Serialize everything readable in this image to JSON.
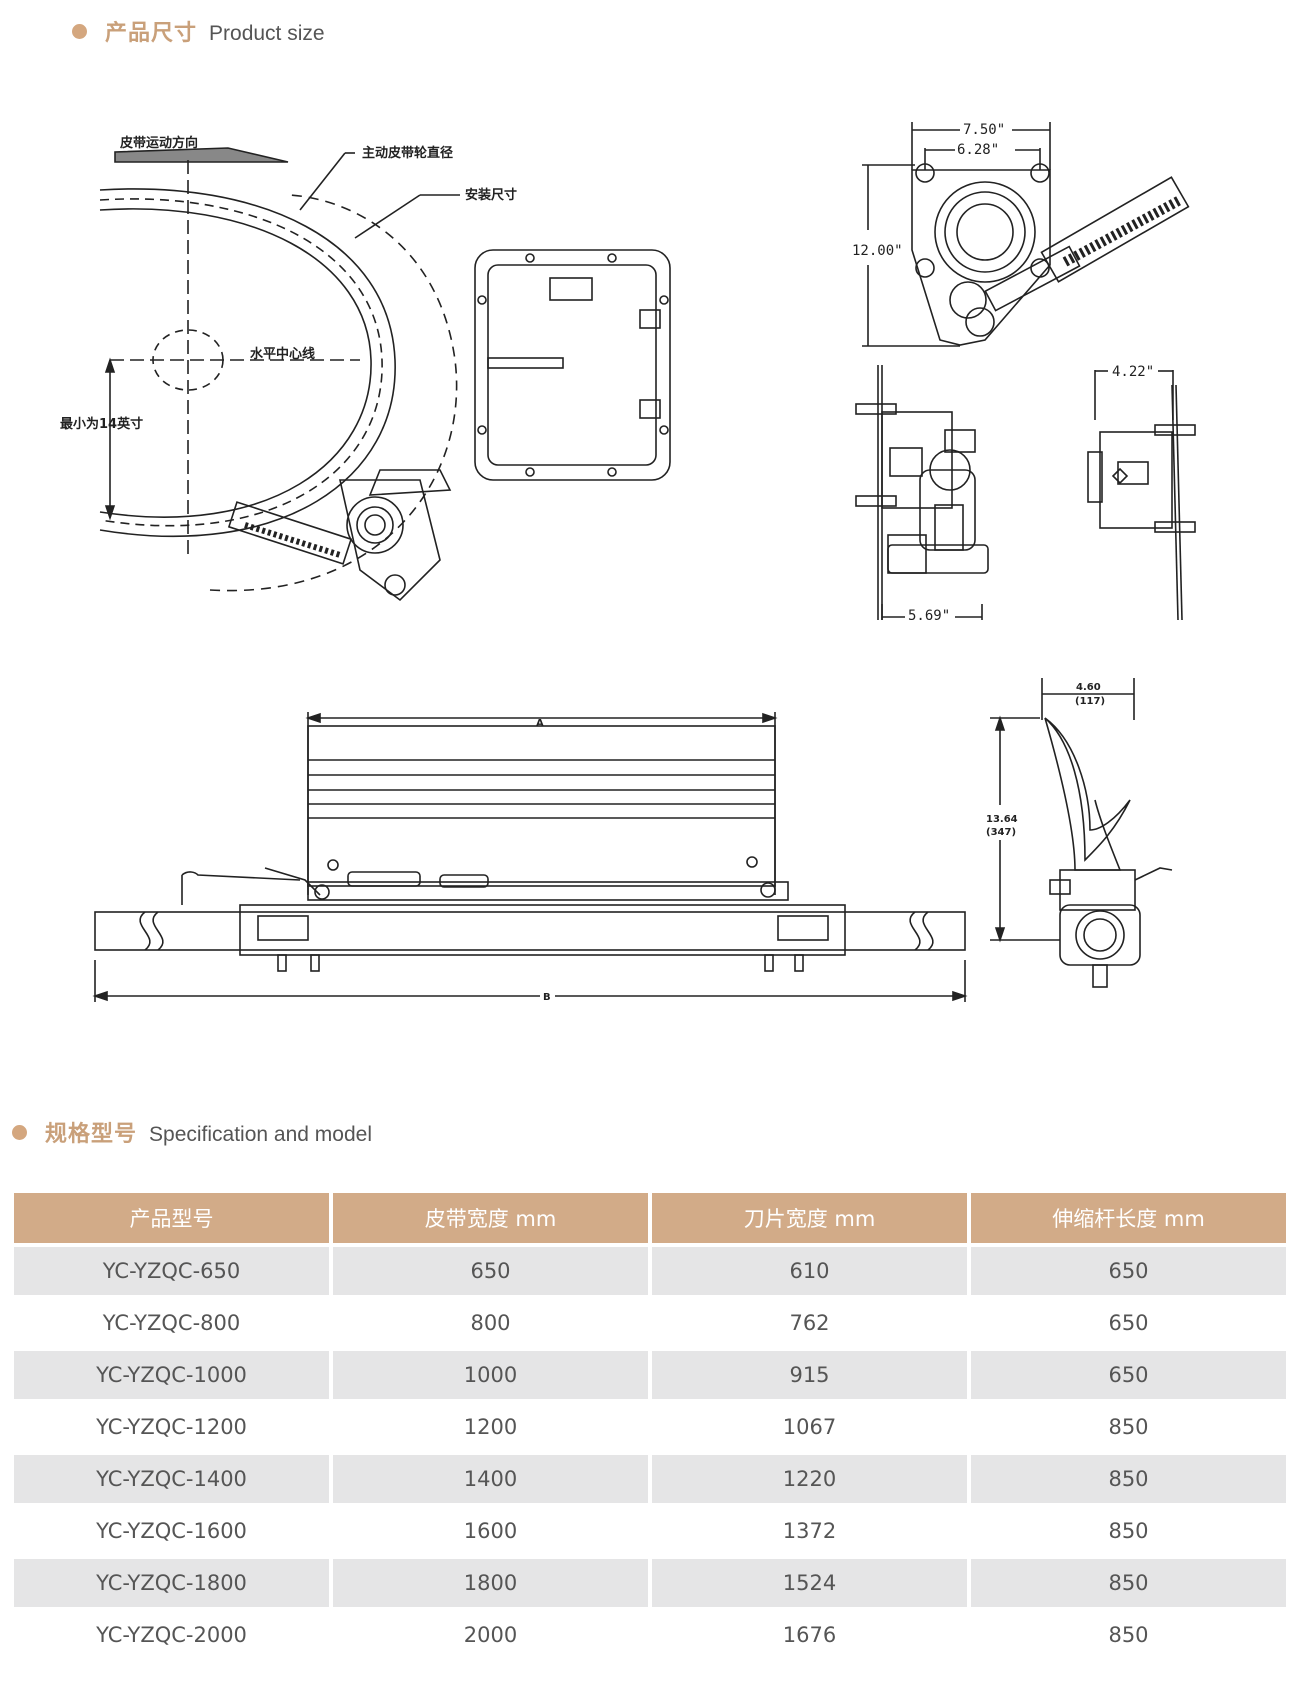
{
  "section1": {
    "title_cn": "产品尺寸",
    "title_en": "Product size"
  },
  "section2": {
    "title_cn": "规格型号",
    "title_en": "Specification and model"
  },
  "drawing_labels": {
    "belt_direction": "皮带运动方向",
    "drive_pulley_diameter": "主动皮带轮直径",
    "install_size": "安装尺寸",
    "horizontal_centerline": "水平中心线",
    "min_14_inch": "最小为14英寸",
    "dim_750": "7.50\"",
    "dim_628": "6.28\"",
    "dim_1200": "12.00\"",
    "dim_422": "4.22\"",
    "dim_569": "5.69\"",
    "dim_a": "A",
    "dim_b": "B",
    "dim_460": "4.60",
    "dim_117": "(117)",
    "dim_1364": "13.64",
    "dim_347": "(347)"
  },
  "table": {
    "headers": [
      "产品型号",
      "皮带宽度 mm",
      "刀片宽度 mm",
      "伸缩杆长度 mm"
    ],
    "rows": [
      [
        "YC-YZQC-650",
        "650",
        "610",
        "650"
      ],
      [
        "YC-YZQC-800",
        "800",
        "762",
        "650"
      ],
      [
        "YC-YZQC-1000",
        "1000",
        "915",
        "650"
      ],
      [
        "YC-YZQC-1200",
        "1200",
        "1067",
        "850"
      ],
      [
        "YC-YZQC-1400",
        "1400",
        "1220",
        "850"
      ],
      [
        "YC-YZQC-1600",
        "1600",
        "1372",
        "850"
      ],
      [
        "YC-YZQC-1800",
        "1800",
        "1524",
        "850"
      ],
      [
        "YC-YZQC-2000",
        "2000",
        "1676",
        "850"
      ]
    ]
  }
}
